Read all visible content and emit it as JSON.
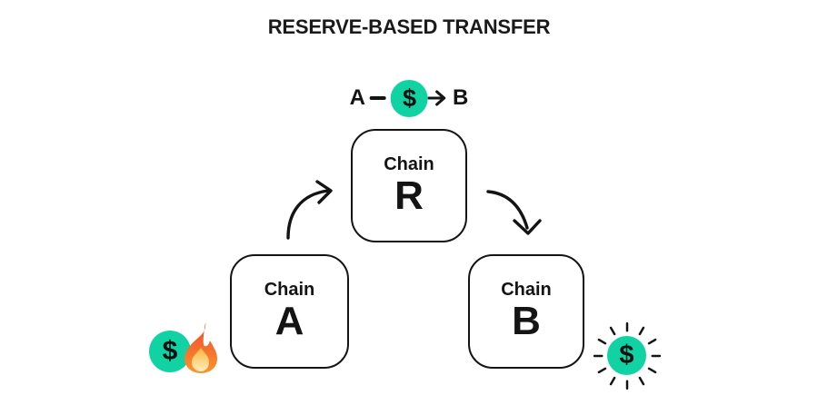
{
  "title": "RESERVE-BASED TRANSFER",
  "coin_symbol": "$",
  "legend": {
    "source_label": "A",
    "target_label": "B"
  },
  "nodes": {
    "reserve": {
      "label": "Chain",
      "letter": "R"
    },
    "source": {
      "label": "Chain",
      "letter": "A"
    },
    "target": {
      "label": "Chain",
      "letter": "B"
    }
  },
  "flow": {
    "from": "A",
    "via": "R",
    "to": "B"
  },
  "icons": {
    "legend_coin": "dollar-coin-icon",
    "source_badge": "flame-icon (burn)",
    "target_badge": "shining-dollar-coin-icon (mint)"
  },
  "colors": {
    "background": "#ffffff",
    "ink": "#141414",
    "coin_fill": "#11d2a3",
    "flame_outer_top": "#ef472d",
    "flame_outer_bottom": "#f9952f",
    "flame_inner_top": "#fcb73f",
    "flame_inner_bottom": "#fdedb9"
  }
}
